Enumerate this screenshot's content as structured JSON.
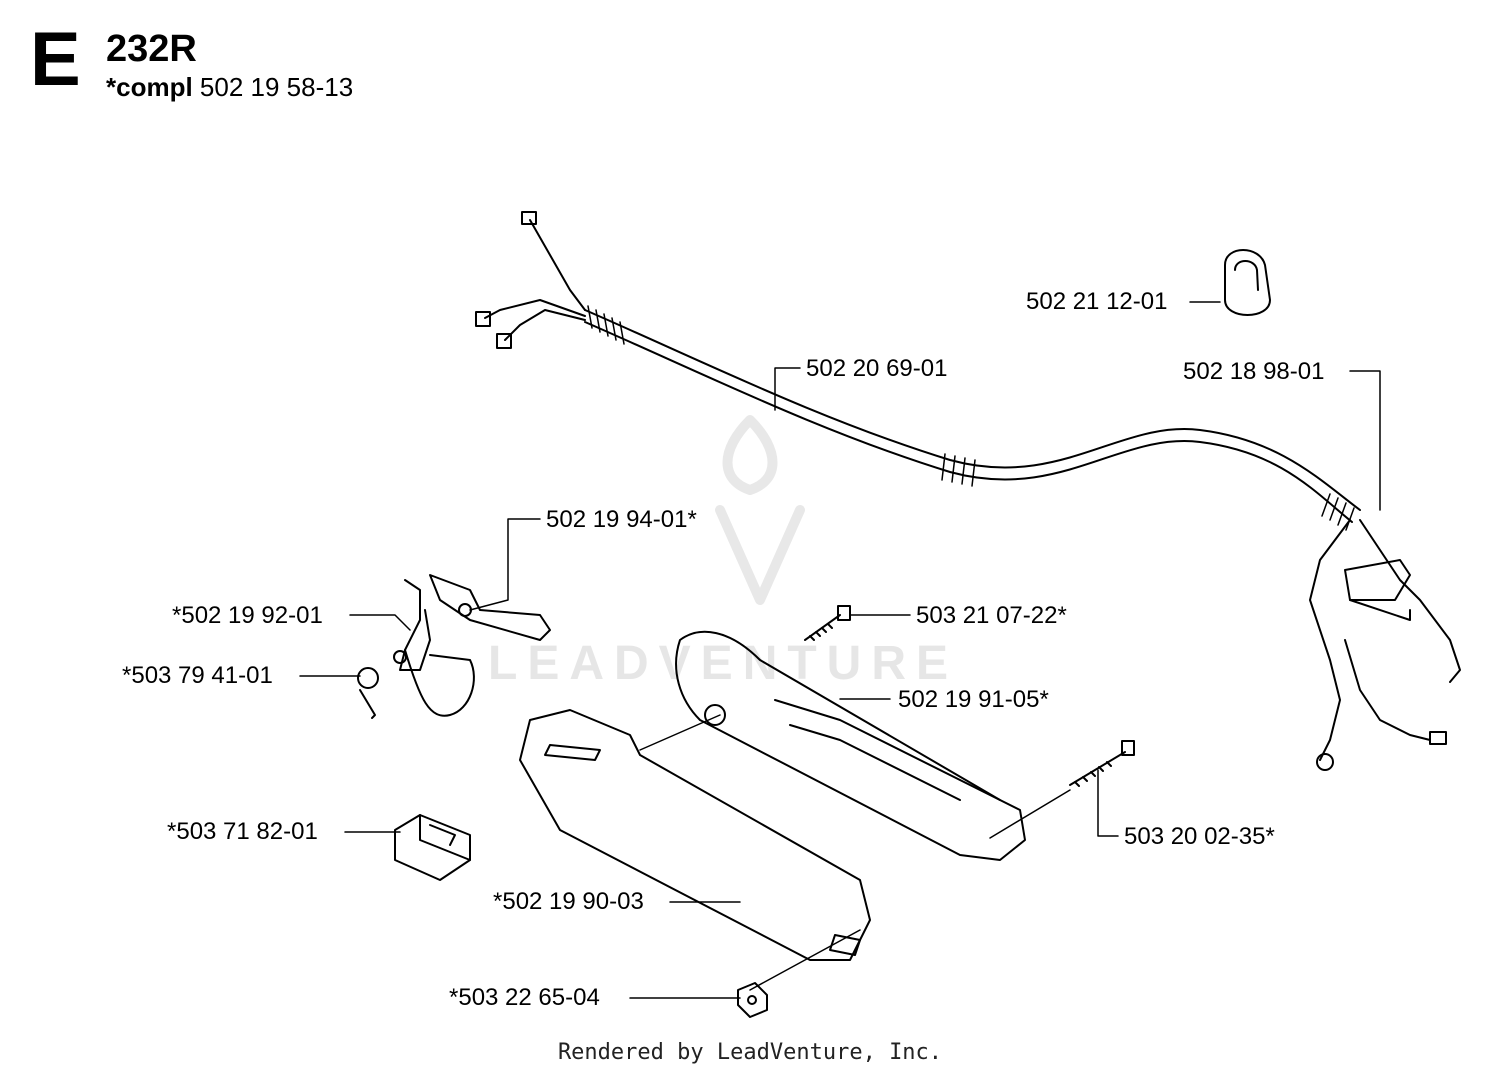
{
  "header": {
    "section": "E",
    "model": "232R",
    "compl_prefix": "*compl",
    "compl_number": "502 19 58-13"
  },
  "parts": [
    {
      "id": "p1",
      "label": "502 21 12-01"
    },
    {
      "id": "p2",
      "label": "502 20 69-01"
    },
    {
      "id": "p3",
      "label": "502 18 98-01"
    },
    {
      "id": "p4",
      "label": "502 19 94-01*"
    },
    {
      "id": "p5",
      "label": "*502 19 92-01"
    },
    {
      "id": "p6",
      "label": "503 21 07-22*"
    },
    {
      "id": "p7",
      "label": "*503 79 41-01"
    },
    {
      "id": "p8",
      "label": "502 19 91-05*"
    },
    {
      "id": "p9",
      "label": "*503 71 82-01"
    },
    {
      "id": "p10",
      "label": "503 20 02-35*"
    },
    {
      "id": "p11",
      "label": "*502 19 90-03"
    },
    {
      "id": "p12",
      "label": "*503 22 65-04"
    }
  ],
  "watermark": "LEADVENTURE",
  "footer": "Rendered by LeadVenture, Inc."
}
